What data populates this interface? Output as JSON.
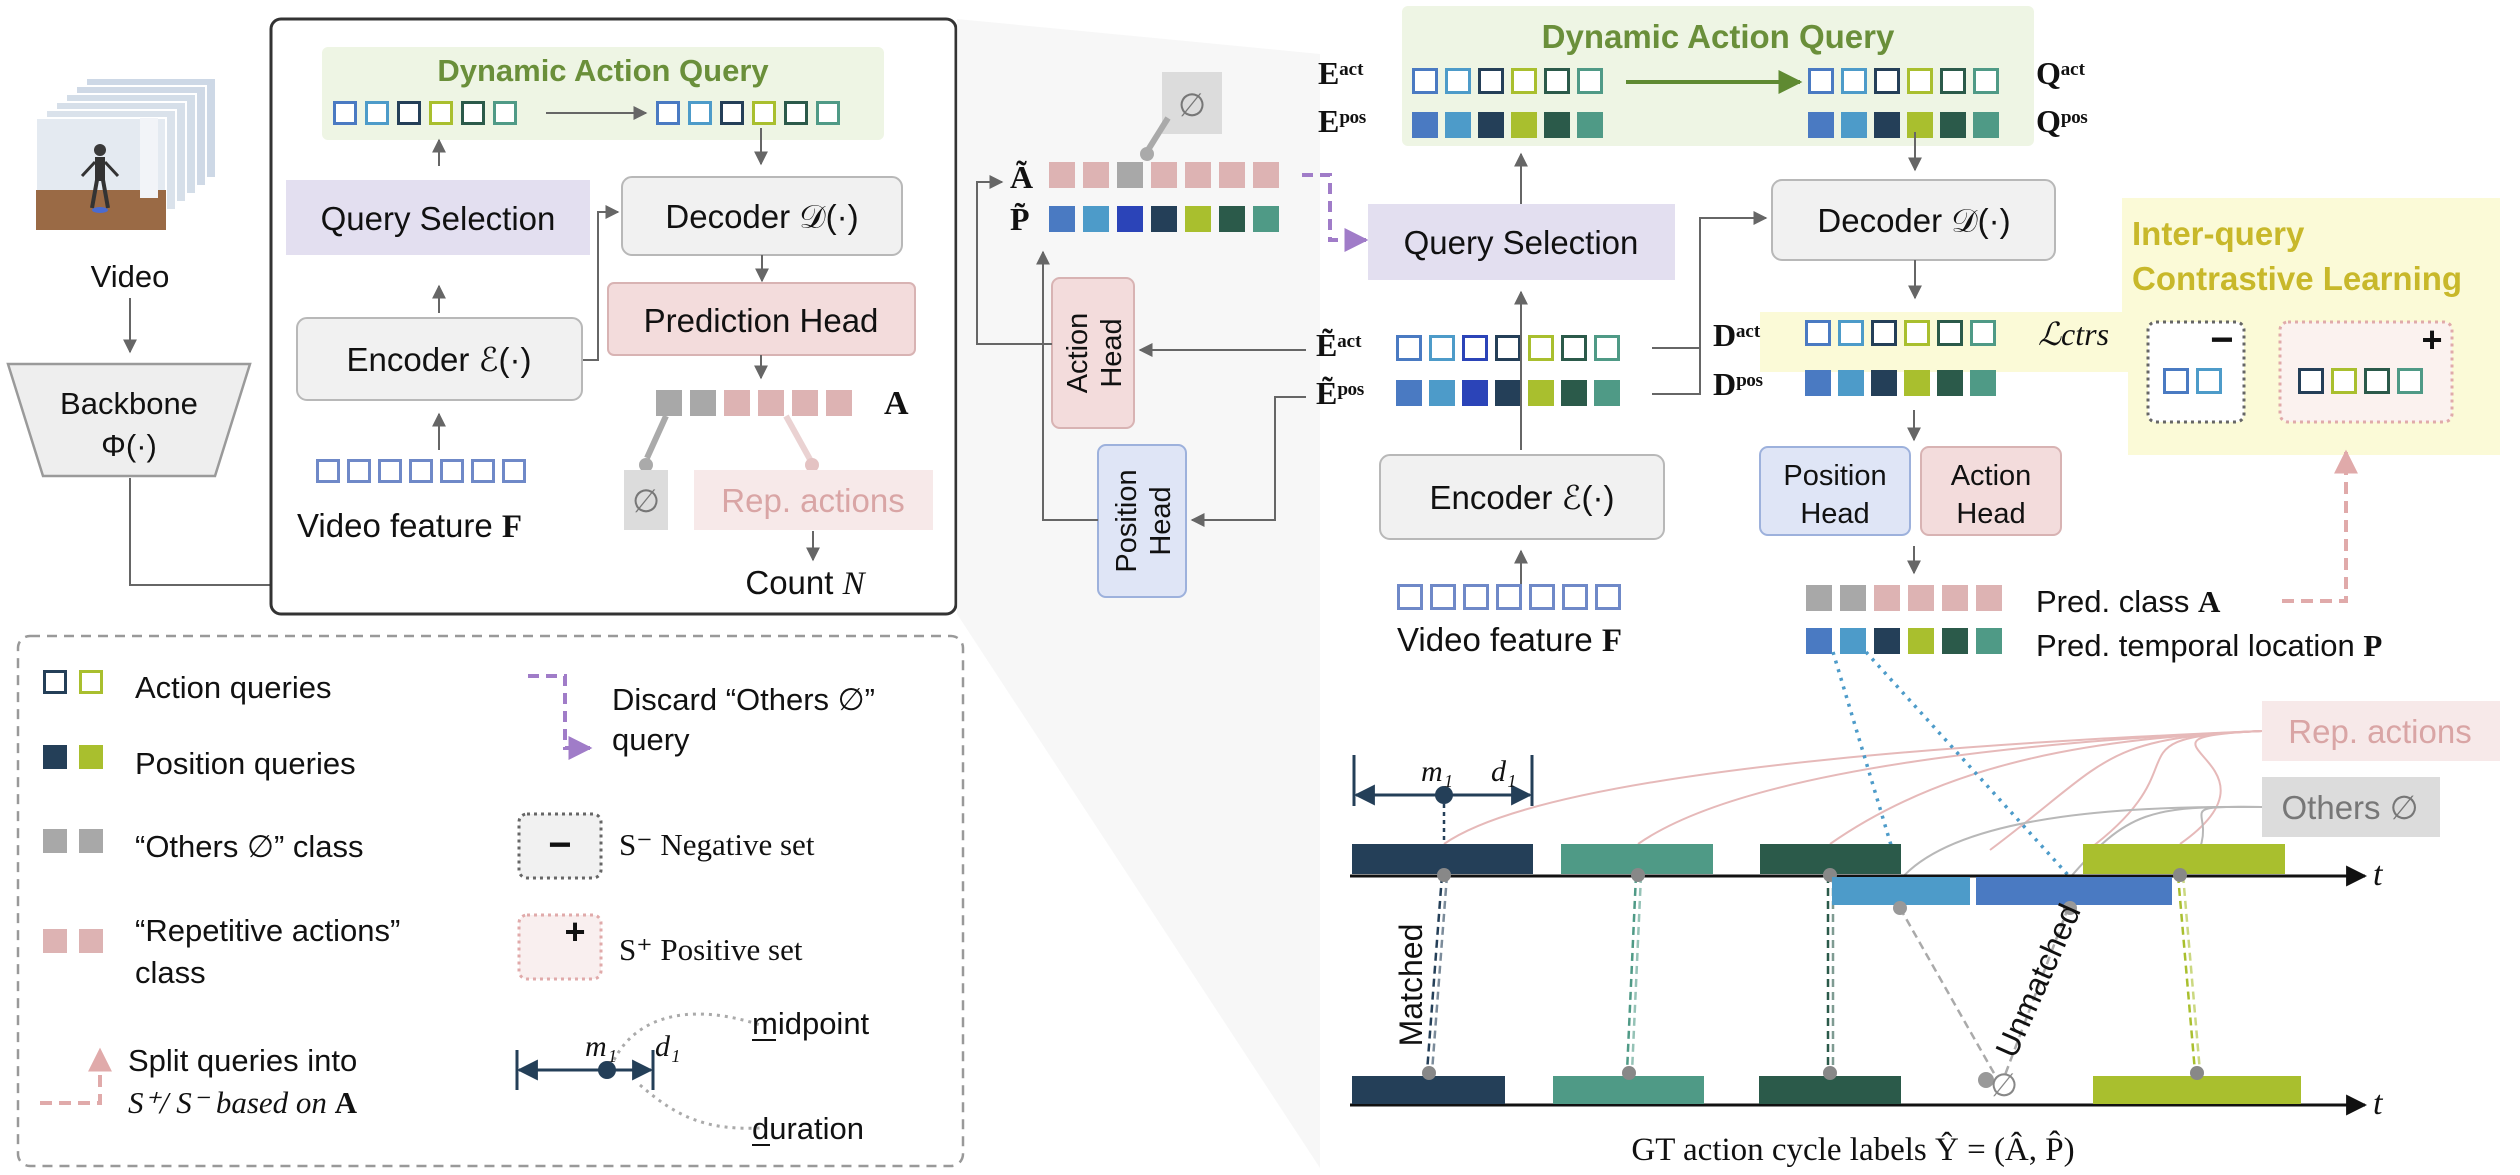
{
  "overview": {
    "video_label": "Video",
    "backbone": {
      "line1": "Backbone",
      "line2": "Φ(·)"
    },
    "dynamic_action_query": "Dynamic Action Query",
    "query_selection": "Query Selection",
    "decoder": "Decoder 𝒟(·)",
    "prediction_head": "Prediction Head",
    "encoder": "Encoder ℰ(·)",
    "video_feature_text": "Video feature ",
    "video_feature_symbol": "F",
    "output_symbol": "A",
    "empty_set": "∅",
    "rep_actions": "Rep. actions",
    "count_text": "Count ",
    "count_symbol": "N"
  },
  "legend": {
    "action_queries": "Action queries",
    "position_queries": "Position queries",
    "others_class": "“Others ∅” class",
    "repetitive_line1": "“Repetitive actions”",
    "repetitive_line2": "class",
    "split_line1": "Split queries into",
    "split_line2_pre": "S⁺/ S⁻ based on ",
    "split_line2_sym": "A",
    "discard_line1": "Discard “Others ∅”",
    "discard_line2": "query",
    "neg_sign": "−",
    "neg_label": "S⁻ Negative set",
    "pos_sign": "+",
    "pos_label": "S⁺ Positive set",
    "m1": "m₁",
    "d1": "d₁",
    "midpoint": "midpoint",
    "duration": "duration"
  },
  "detail": {
    "dynamic_action_query": "Dynamic Action Query",
    "e_act": "Eᵃᶜᵗ",
    "e_pos": "Eᵖᵒˢ",
    "q_act": "Qᵃᶜᵗ",
    "q_pos": "Qᵖᵒˢ",
    "a_tilde": "Ã",
    "p_tilde": "P̃",
    "empty_set": "∅",
    "query_selection": "Query Selection",
    "decoder": "Decoder 𝒟(·)",
    "action_head_1": "Action",
    "action_head_2": "Head",
    "position_head_1": "Position",
    "position_head_2": "Head",
    "e_tilde_act": "Ẽᵃᶜᵗ",
    "e_tilde_pos": "Ẽᵖᵒˢ",
    "encoder": "Encoder ℰ(·)",
    "video_feature_text": "Video feature ",
    "video_feature_symbol": "F",
    "d_act": "Dᵃᶜᵗ",
    "d_pos": "Dᵖᵒˢ",
    "l_ctrs": "ℒctrs",
    "contrastive_line1": "Inter-query",
    "contrastive_line2": "Contrastive Learning",
    "minus": "−",
    "plus": "+",
    "pos_head_out_1": "Position",
    "pos_head_out_2": "Head",
    "act_head_out_1": "Action",
    "act_head_out_2": "Head",
    "pred_class_text": "Pred. class ",
    "pred_class_symbol": "A",
    "pred_loc_text": "Pred. temporal location ",
    "pred_loc_symbol": "P"
  },
  "timeline": {
    "rep_actions": "Rep. actions",
    "others": "Others ∅",
    "m1": "m₁",
    "d1": "d₁",
    "t_label": "t",
    "matched": "Matched",
    "unmatched": "Unmatched",
    "empty_set": "∅",
    "gt_caption": "GT action cycle labels Ŷ = (Â, P̂)"
  },
  "colors": {
    "green_title": "#6a8f3a",
    "query_panel_bg": "#eef5e4",
    "selection_bg": "#e3dff0",
    "pred_head_bg": "#f3dcdc",
    "pos_head_bg": "#dfe5f6",
    "contrastive_bg": "#fbfad7",
    "contrastive_title": "#c8b82a",
    "navy": "#243f58",
    "teal": "#4f9a86",
    "dark_green": "#2b5a4a",
    "lime": "#a9bf2e",
    "blue": "#4a7ac2",
    "light_blue": "#4d9bc9",
    "royal": "#2b44b8",
    "pink": "#ddb3b3",
    "gray": "#a8a8a8",
    "purple": "#a07cc8"
  }
}
